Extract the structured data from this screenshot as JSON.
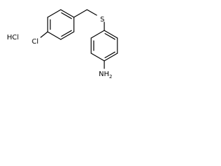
{
  "structure": {
    "salt_label": "HCl",
    "chloro_label": "Cl",
    "sulfur_label": "S",
    "amine_label": "NH",
    "amine_subscript": "2"
  }
}
